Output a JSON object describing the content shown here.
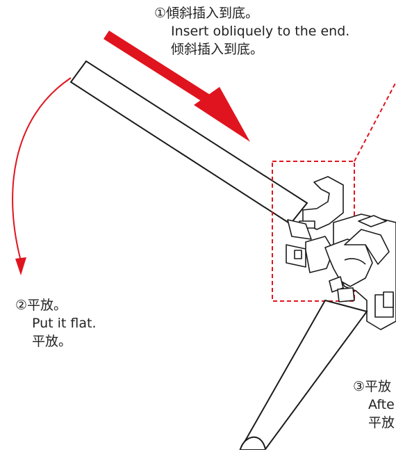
{
  "steps": [
    {
      "cn": "①傾斜插入到底。",
      "en": "Insert obliquely to the end.",
      "cn2": "倾斜插入到底。"
    },
    {
      "cn": "②平放。",
      "en": "Put it flat.",
      "cn2": "平放。"
    },
    {
      "cn": "③平放",
      "en": "Afte",
      "cn2": "平放"
    }
  ],
  "colors": {
    "accent": "#e0141e",
    "line": "#1a1a1a",
    "part_fill": "#ffffff"
  },
  "icons": {
    "insert_arrow": "arrow-right-down-icon",
    "flat_arrow": "curved-arrow-down-icon"
  }
}
